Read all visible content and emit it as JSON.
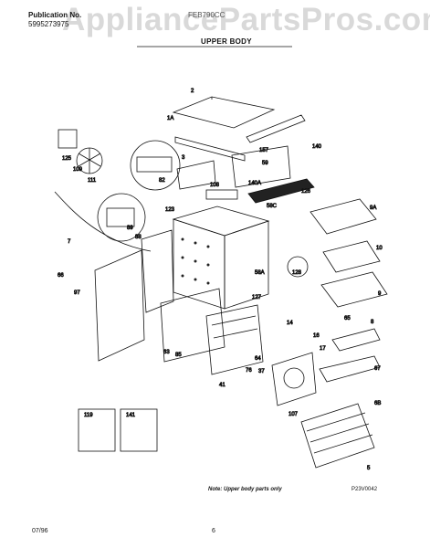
{
  "watermark": "AppliancePartsPros.com",
  "header": {
    "publication_label": "Publication No.",
    "publication_number": "5995273975",
    "model": "FEB790CC",
    "section_title": "UPPER BODY"
  },
  "labels": {
    "l2": "2",
    "l1a": "1A",
    "l3": "3",
    "l157": "157",
    "l140": "140",
    "l59": "59",
    "l82": "82",
    "l125": "125",
    "l109": "109",
    "l111": "111",
    "l108": "108",
    "l140a": "140A",
    "l126": "126",
    "l58c": "58C",
    "l123": "123",
    "l89": "89",
    "l9a": "9A",
    "l10": "10",
    "l88": "88",
    "l7": "7",
    "l66": "66",
    "l67": "67",
    "l97": "97",
    "l58a": "58A",
    "l128": "128",
    "l9": "9",
    "l127": "127",
    "l14": "14",
    "l65": "65",
    "l16": "16",
    "l17": "17",
    "l63": "63",
    "l85": "85",
    "l64": "64",
    "l76": "76",
    "l41": "41",
    "l37": "37",
    "l107": "107",
    "l8": "8",
    "l6b": "6B",
    "l119": "119",
    "l141": "141",
    "l5": "5"
  },
  "footer": {
    "note": "Note: Upper body parts only",
    "figure_code": "P23V0042",
    "date": "07/96",
    "page": "6"
  }
}
